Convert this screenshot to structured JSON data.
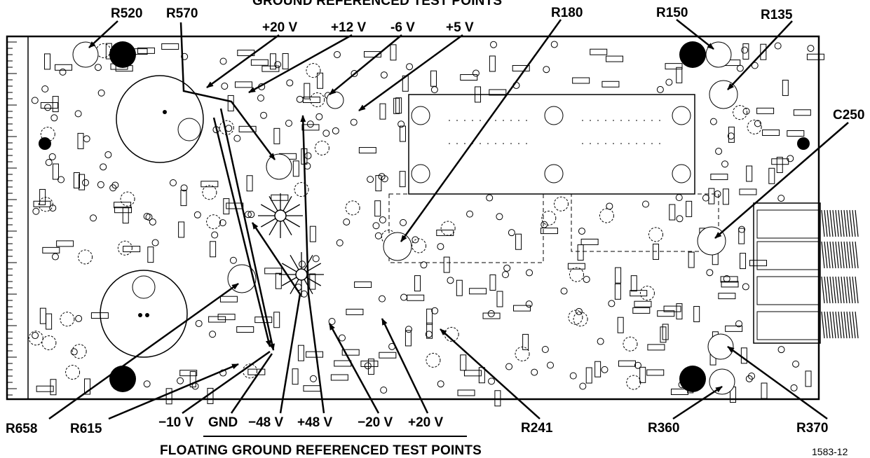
{
  "titles": {
    "top": "GROUND REFERENCED TEST POINTS",
    "bottom": "FLOATING GROUND REFERENCED TEST POINTS"
  },
  "figure_number": "1583-12",
  "top_refs": [
    "R520",
    "R570",
    "R180",
    "R150",
    "R135",
    "C250"
  ],
  "top_volts": [
    "+20 V",
    "+12 V",
    "-6 V",
    "+5 V"
  ],
  "bottom_refs": [
    "R658",
    "R615",
    "R241",
    "R360",
    "R370"
  ],
  "bottom_volts": [
    "−10 V",
    "GND",
    "−48 V",
    "+48 V",
    "−20 V",
    "+20 V"
  ],
  "colors": {
    "ink": "#000000",
    "board": "#ffffff"
  }
}
